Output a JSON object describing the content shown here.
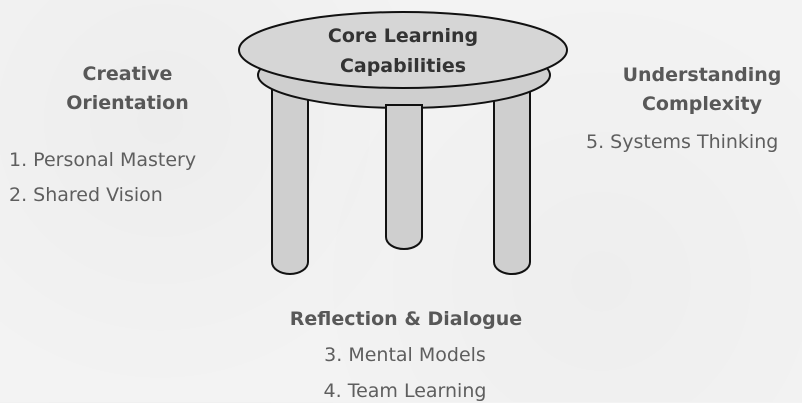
{
  "table": {
    "title_line1": "Core Learning",
    "title_line2": "Capabilities"
  },
  "left_group": {
    "heading_line1": "Creative",
    "heading_line2": "Orientation",
    "items": [
      "1. Personal Mastery",
      "2. Shared Vision"
    ]
  },
  "right_group": {
    "heading_line1": "Understanding",
    "heading_line2": "Complexity",
    "items": [
      "5. Systems Thinking"
    ]
  },
  "bottom_group": {
    "heading": "Reflection  & Dialogue",
    "items": [
      "3. Mental Models",
      "4. Team Learning"
    ]
  },
  "colors": {
    "background": "#f3f3f3",
    "table_fill": "#cfcfcf",
    "outline": "#111111",
    "heading_text": "#585858",
    "item_text": "#5e5e5e"
  }
}
